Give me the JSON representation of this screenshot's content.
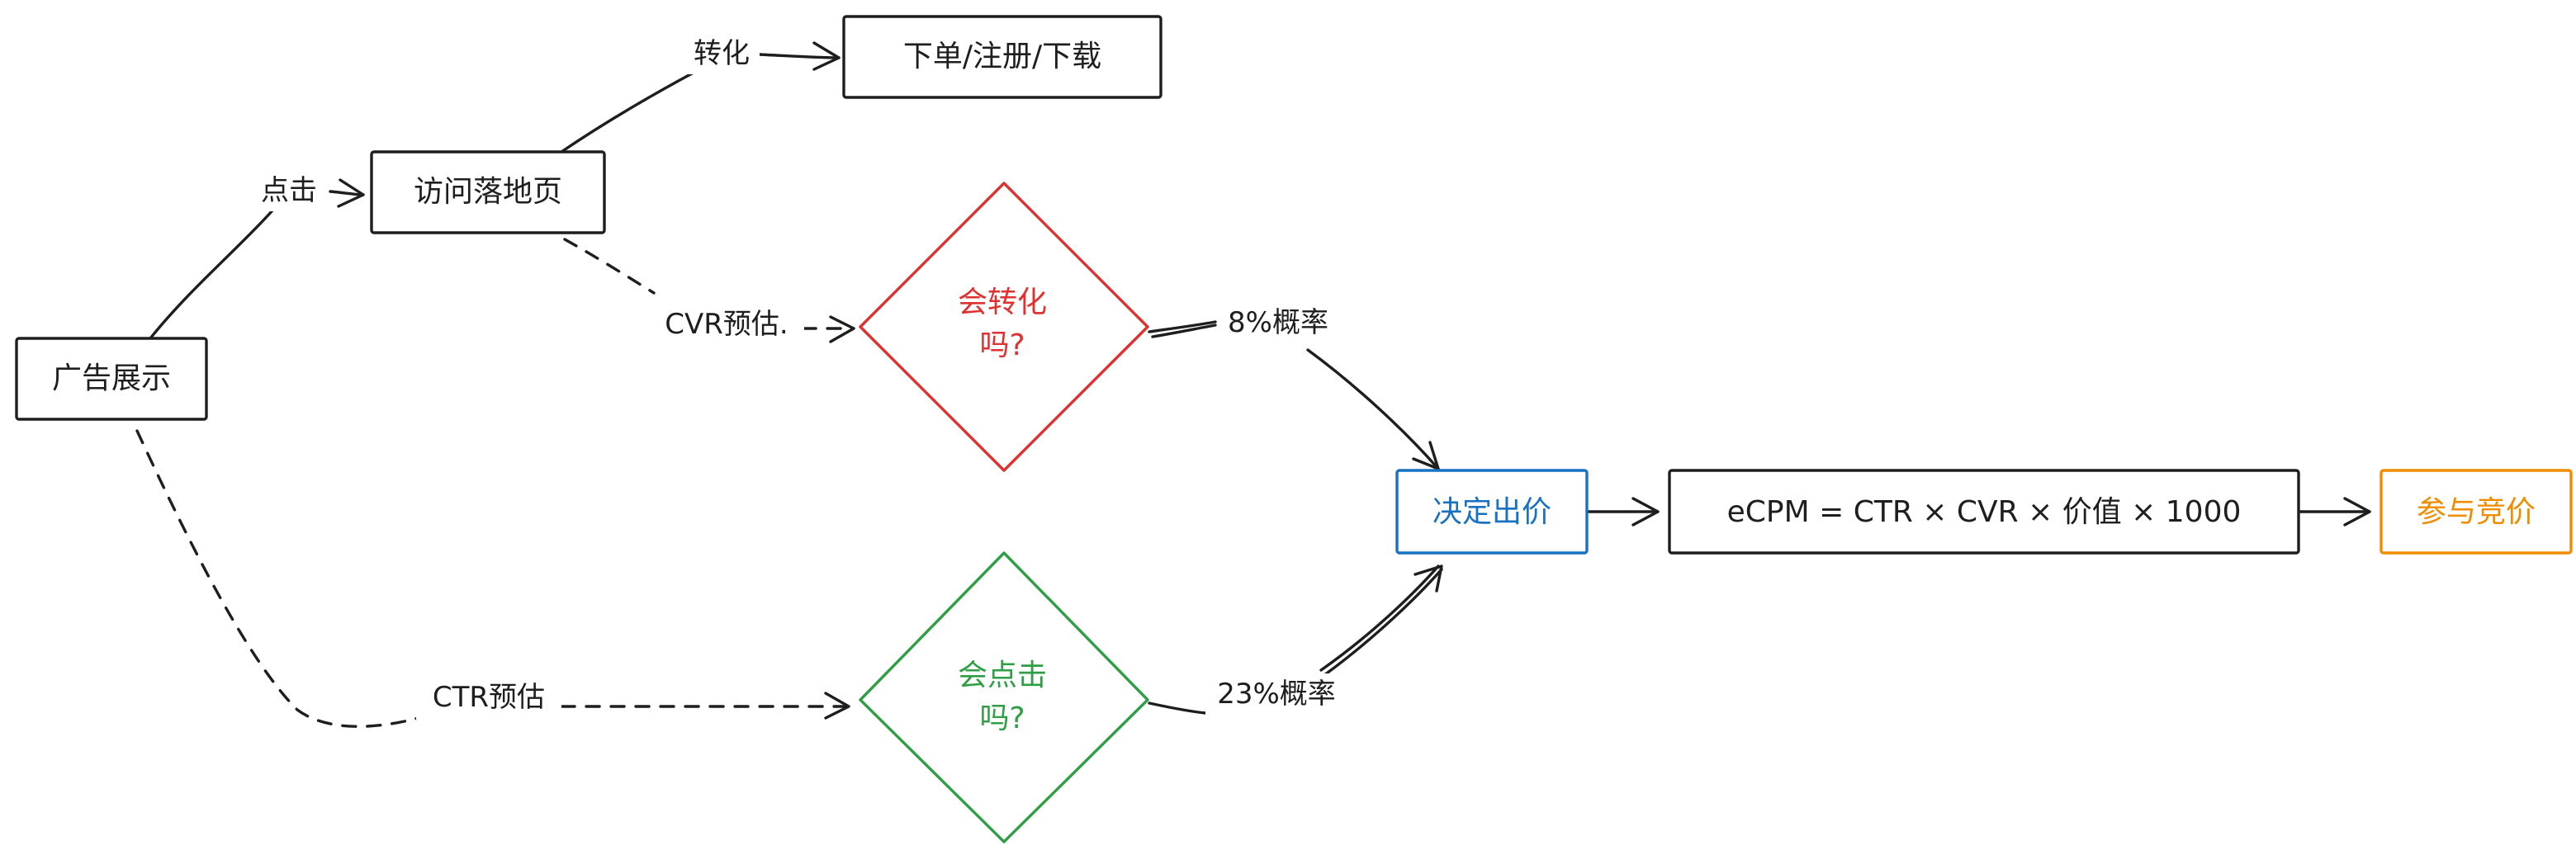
{
  "colors": {
    "ink": "#1e1e1e",
    "red": "#e03131",
    "green": "#2f9e44",
    "blue": "#1971c2",
    "orange": "#f08c00"
  },
  "nodes": {
    "ad_display": "广告展示",
    "landing_page": "访问落地页",
    "conversion_action": "下单/注册/下载",
    "will_convert": [
      "会转化",
      "吗?"
    ],
    "will_click": [
      "会点击",
      "吗?"
    ],
    "decide_bid": "决定出价",
    "ecpm_formula": "eCPM = CTR × CVR × 价值 × 1000",
    "join_auction": "参与竞价"
  },
  "edge_labels": {
    "click": "点击",
    "convert": "转化",
    "cvr_estimate": "CVR预估.",
    "ctr_estimate": "CTR预估",
    "convert_prob": "8%概率",
    "click_prob": "23%概率"
  }
}
